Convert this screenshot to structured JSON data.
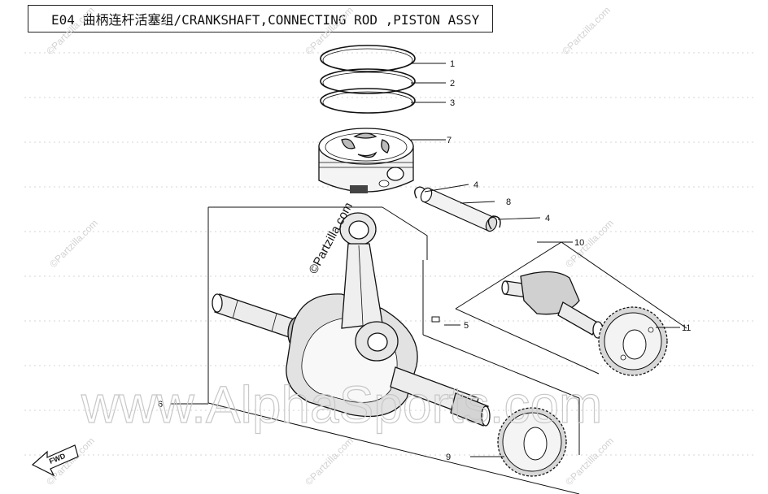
{
  "title": "E04 曲柄连杆活塞组/CRANKSHAFT,CONNECTING ROD ,PISTON ASSY",
  "callouts": {
    "c1": "1",
    "c2": "2",
    "c3": "3",
    "c4a": "4",
    "c4b": "4",
    "c5": "5",
    "c6": "6",
    "c7": "7",
    "c8": "8",
    "c9": "9",
    "c10": "10",
    "c11": "11"
  },
  "fwd_label": "FWD",
  "watermark_main": "www.AlphaSports.com",
  "watermark_small": "©Partzilla.com",
  "stamp": "©Partzilla.com"
}
